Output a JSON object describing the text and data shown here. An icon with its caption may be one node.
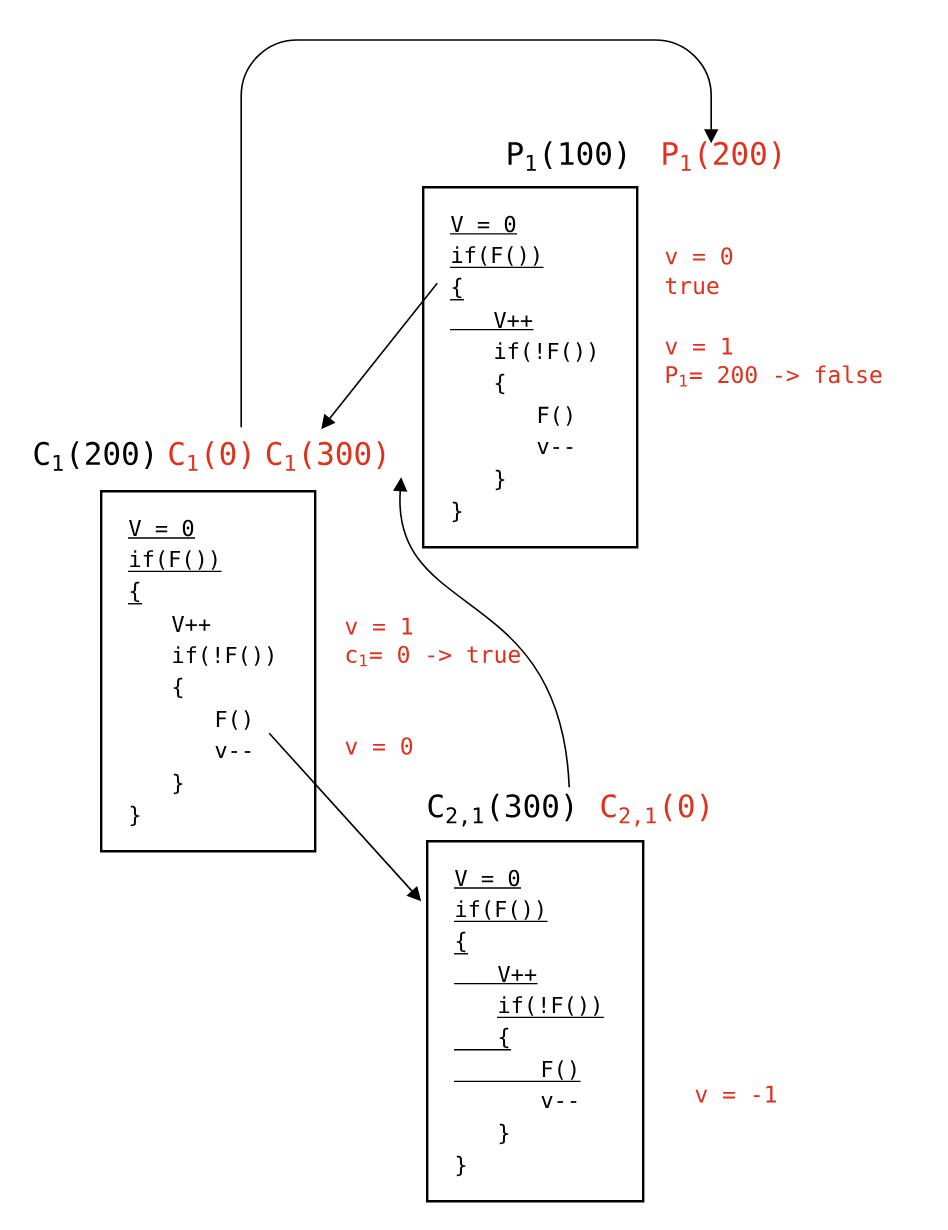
{
  "diagram": {
    "nodes": [
      {
        "text": [
          "P$_{1}$(100)",
          "V = 0",
          "if(F())",
          "{",
          "V++",
          "if(!F())",
          "{",
          "F()",
          "v--",
          "}",
          "}"
        ],
        "beside": [
          "P$_{1}$(200)"
        ]
      },
      {
        "text": [
          "C$_{1}$(200)",
          "V = 0",
          "if(F())",
          "{",
          "V++",
          "if(!F())",
          "{",
          "F()",
          "v--",
          "}",
          "}"
        ],
        "beside": [
          "C$_{1}$(0)",
          "C$_{1}$(300)"
        ]
      },
      {
        "text": [
          "C$_{2,1}$(300)",
          "V = 0",
          "if(F())",
          "{",
          "V++",
          "if(!F())",
          "{",
          "F()",
          "v--",
          "}",
          "}"
        ],
        "beside": [
          "C$_{2,1}$(0)"
        ]
      }
    ],
    "edges": [
      {
        "from": 1,
        "to": 0,
        "arrow": "to"
      },
      {
        "from": 0,
        "to": 1,
        "arrow": "to"
      },
      {
        "from": 2,
        "to": 1,
        "arrow": "to"
      },
      {
        "from": 1,
        "to": 2,
        "arrow": "to"
      }
    ],
    "labels": [
      "v = 0",
      "true",
      "v = 1",
      "P$_{1}$= 200 -> false",
      "v = 1",
      "c$_{1}$= 0 -> true",
      "v = 0",
      "v = -1"
    ]
  }
}
